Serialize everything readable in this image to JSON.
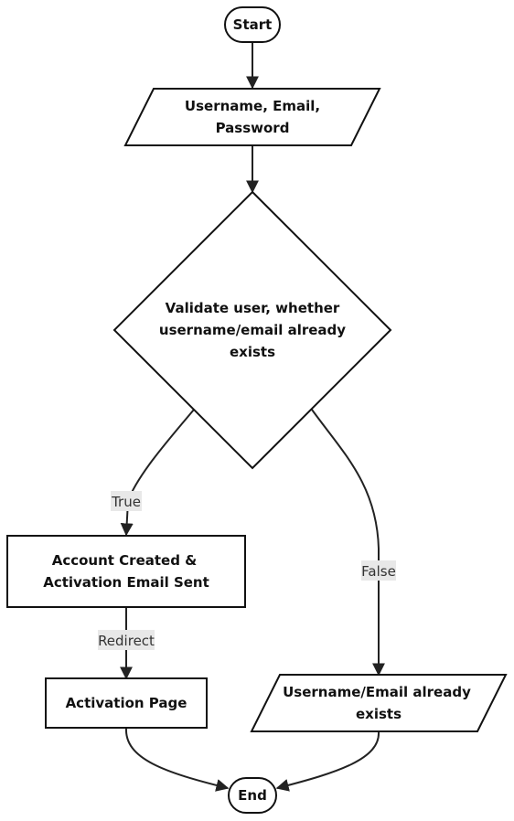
{
  "nodes": {
    "start": {
      "lines": [
        "Start"
      ]
    },
    "input": {
      "lines": [
        "Username, Email,",
        "Password"
      ]
    },
    "validate": {
      "lines": [
        "Validate user, whether",
        "username/email already",
        "exists"
      ]
    },
    "created": {
      "lines": [
        "Account Created &",
        "Activation Email Sent"
      ]
    },
    "activation": {
      "lines": [
        "Activation Page"
      ]
    },
    "exists": {
      "lines": [
        "Username/Email already",
        "exists"
      ]
    },
    "end": {
      "lines": [
        "End"
      ]
    }
  },
  "edges": {
    "true_label": "True",
    "false_label": "False",
    "redirect_label": "Redirect"
  }
}
